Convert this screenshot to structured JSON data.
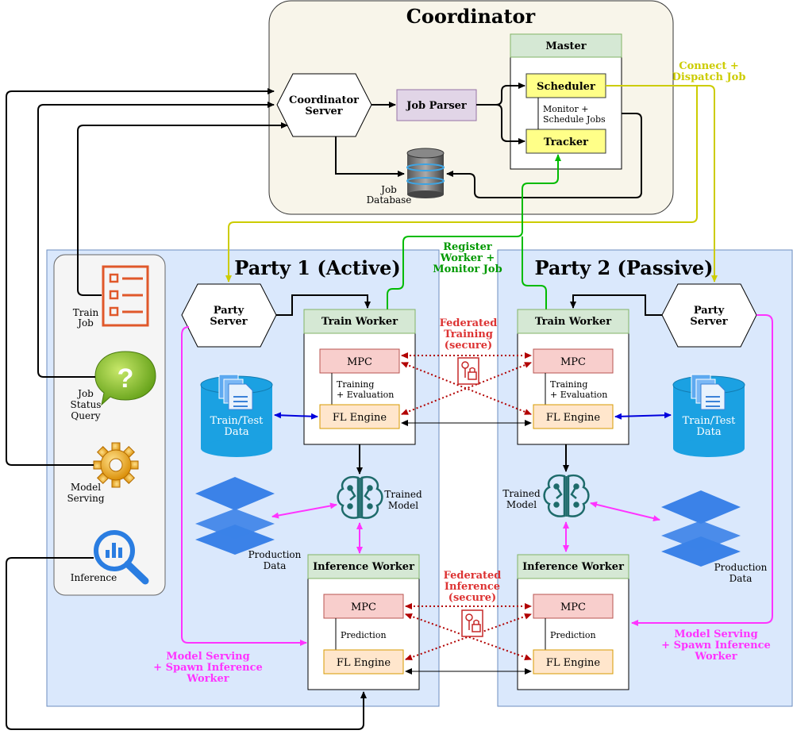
{
  "coordinator": {
    "title": "Coordinator",
    "server_line1": "Coordinator",
    "server_line2": "Server",
    "job_parser": "Job Parser",
    "master": "Master",
    "scheduler": "Scheduler",
    "tracker": "Tracker",
    "monitor_line1": "Monitor +",
    "monitor_line2": "Schedule Jobs",
    "job_db_line1": "Job",
    "job_db_line2": "Database"
  },
  "connect_dispatch": {
    "line1": "Connect +",
    "line2": "Dispatch Job"
  },
  "register_worker": {
    "line1": "Register",
    "line2": "Worker +",
    "line3": "Monitor Job"
  },
  "federated_training": {
    "line1": "Federated",
    "line2": "Training",
    "line3": "(secure)"
  },
  "federated_inference": {
    "line1": "Federated",
    "line2": "Inference",
    "line3": "(secure)"
  },
  "party1": {
    "title": "Party 1 (Active)",
    "server_line1": "Party",
    "server_line2": "Server",
    "train_worker": "Train Worker",
    "mpc": "MPC",
    "fl_engine": "FL Engine",
    "training_line1": "Training",
    "training_line2": "+ Evaluation",
    "data_line1": "Train/Test",
    "data_line2": "Data",
    "trained_line1": "Trained",
    "trained_line2": "Model",
    "production_line1": "Production",
    "production_line2": "Data",
    "inference_worker": "Inference Worker",
    "inf_mpc": "MPC",
    "prediction": "Prediction",
    "inf_fl_engine": "FL Engine",
    "serving_line1": "Model Serving",
    "serving_line2": "+ Spawn Inference",
    "serving_line3": "Worker"
  },
  "party2": {
    "title": "Party 2 (Passive)",
    "server_line1": "Party",
    "server_line2": "Server",
    "train_worker": "Train Worker",
    "mpc": "MPC",
    "fl_engine": "FL Engine",
    "training_line1": "Training",
    "training_line2": "+ Evaluation",
    "data_line1": "Train/Test",
    "data_line2": "Data",
    "trained_line1": "Trained",
    "trained_line2": "Model",
    "production_line1": "Production",
    "production_line2": "Data",
    "inference_worker": "Inference Worker",
    "inf_mpc": "MPC",
    "prediction": "Prediction",
    "inf_fl_engine": "FL Engine",
    "serving_line1": "Model Serving",
    "serving_line2": "+ Spawn Inference",
    "serving_line3": "Worker"
  },
  "sidebar": {
    "train_job_line1": "Train",
    "train_job_line2": "Job",
    "status_line1": "Job",
    "status_line2": "Status",
    "status_line3": "Query",
    "serving_line1": "Model",
    "serving_line2": "Serving",
    "inference": "Inference"
  },
  "icons": {
    "train_job": "checklist-icon",
    "status_query": "question-bubble-icon",
    "model_serving": "gear-icon",
    "inference": "magnifier-chart-icon",
    "database": "database-icon",
    "data": "document-database-icon",
    "production": "layers-icon",
    "trained_model": "brain-circuit-icon",
    "secure": "lock-key-icon"
  },
  "colors": {
    "coordinator_bg": "#f8f5ea",
    "party_bg": "#dae8fc",
    "sidebar_bg": "#f5f5f5",
    "header_green": "#d5e8d4",
    "scheduler_yellow": "#ffff88",
    "job_parser_purple": "#e1d5e7",
    "mpc_red": "#f8cecc",
    "fl_orange": "#ffe6cc",
    "yellow_line": "#cccc00",
    "green_line": "#00bb00",
    "magenta_line": "#ff33ff",
    "red_dotted": "#b20000",
    "secure_label": "#dd3333",
    "register_label": "#009900",
    "connect_label": "#cccc00"
  }
}
